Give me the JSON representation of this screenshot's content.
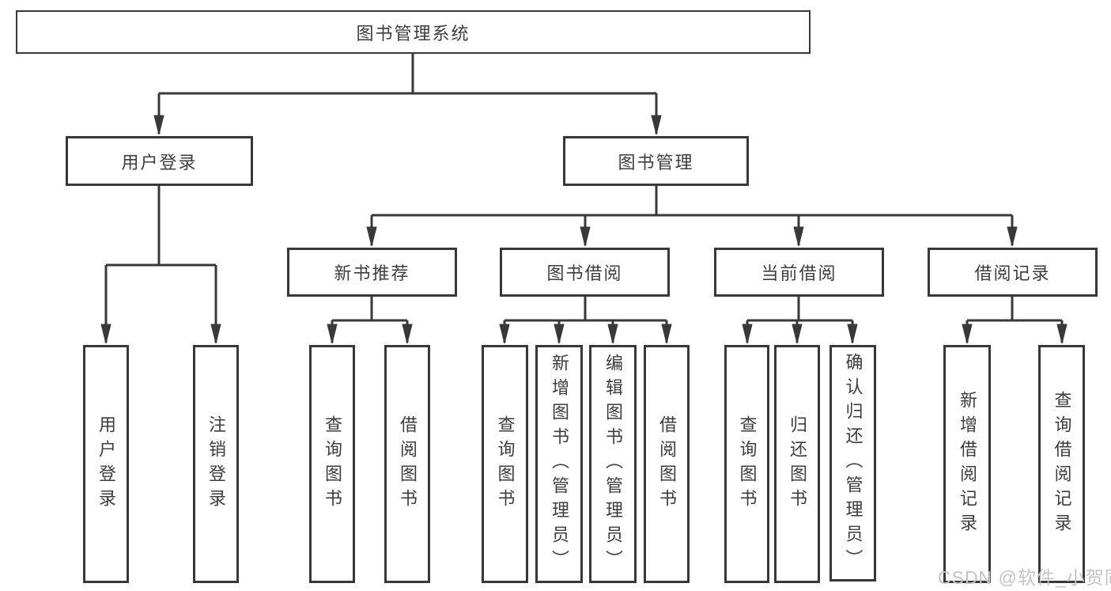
{
  "diagram": {
    "root": {
      "label": "图书管理系统"
    },
    "user_login": {
      "label": "用户登录",
      "children": [
        {
          "label": "用户登录"
        },
        {
          "label": "注销登录"
        }
      ]
    },
    "book_mgmt": {
      "label": "图书管理",
      "children": [
        {
          "label": "新书推荐",
          "children": [
            {
              "label": "查询图书"
            },
            {
              "label": "借阅图书"
            }
          ]
        },
        {
          "label": "图书借阅",
          "children": [
            {
              "label": "查询图书"
            },
            {
              "label": "新增图书（管理员）"
            },
            {
              "label": "编辑图书（管理员）"
            },
            {
              "label": "借阅图书"
            }
          ]
        },
        {
          "label": "当前借阅",
          "children": [
            {
              "label": "查询图书"
            },
            {
              "label": "归还图书"
            },
            {
              "label": "确认归还（管理员）"
            }
          ]
        },
        {
          "label": "借阅记录",
          "children": [
            {
              "label": "新增借阅记录"
            },
            {
              "label": "查询借阅记录"
            }
          ]
        }
      ]
    },
    "watermark": "CSDN @软件_小贺同学",
    "colors": {
      "line": "#383838",
      "box_border": "#383838",
      "text": "#3d3d3d",
      "watermark": "#c3c3c3",
      "background": "#ffffff"
    }
  }
}
